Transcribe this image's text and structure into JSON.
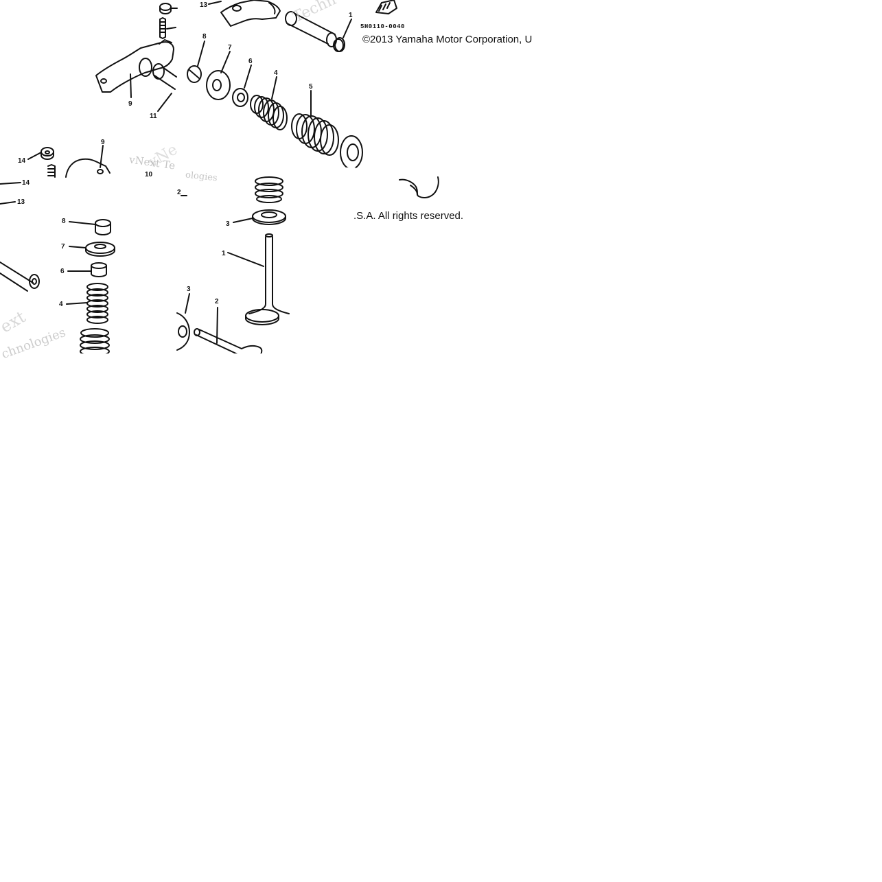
{
  "copyright_part1": "©2013 Yamaha Motor Corporation, U",
  "copyright_part2": ".S.A. All rights reserved.",
  "part_code": "5H0110-0040",
  "watermarks": [
    "vNext Te",
    "ext",
    "chnologies",
    "Techn",
    "ologies",
    "vNe"
  ],
  "callouts": {
    "a_13": "13",
    "a_8": "8",
    "a_7": "7",
    "a_6": "6",
    "a_4": "4",
    "a_5": "5",
    "a_1": "1",
    "a_9": "9",
    "a_11": "11",
    "b_14a": "14",
    "b_14b": "14",
    "b_13": "13",
    "b_9": "9",
    "b_10": "10",
    "b_8": "8",
    "b_7": "7",
    "b_6": "6",
    "b_4": "4",
    "c_2a": "2",
    "c_3a": "3",
    "c_1": "1",
    "c_3b": "3",
    "c_2b": "2"
  },
  "colors": {
    "line": "#111111",
    "background": "#ffffff",
    "watermark": "#969696"
  }
}
